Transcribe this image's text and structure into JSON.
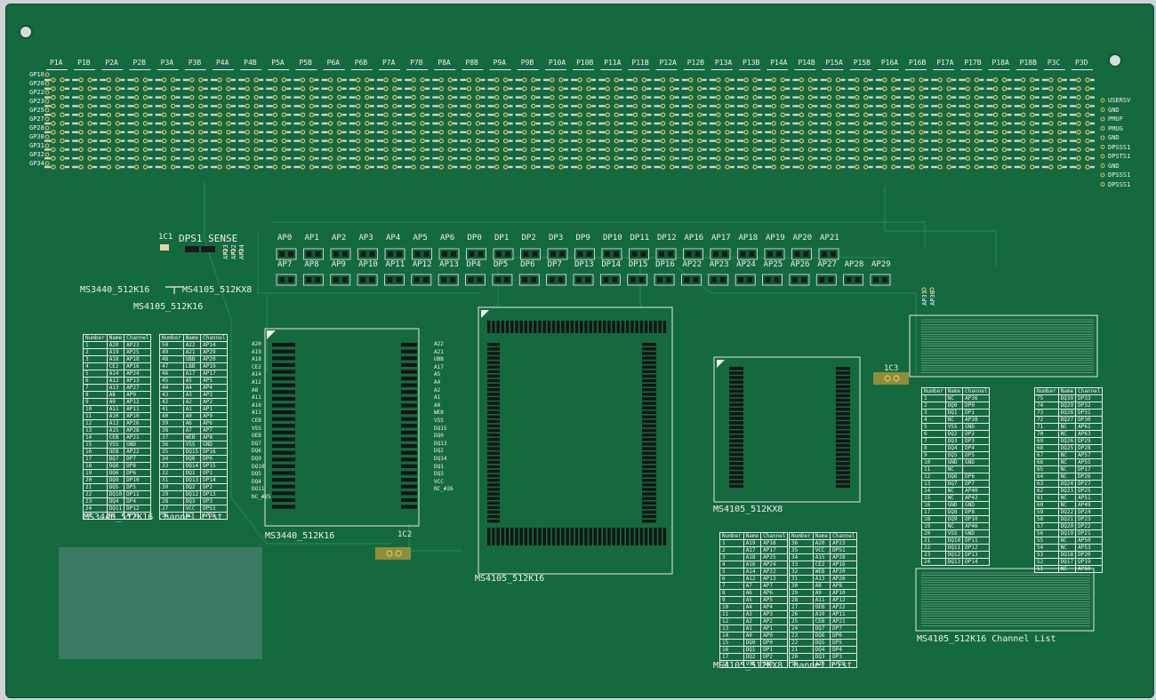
{
  "board": {
    "title": "DPS1 SENSE",
    "cap_labels": [
      "1C1",
      "1C2",
      "1C3"
    ],
    "chip_labels": {
      "ms3440": "MS3440_512K16",
      "ms4105_16": "MS4105_512K16",
      "ms4105_8": "MS4105_512KX8",
      "top_left_a": "MS3440_512K16",
      "top_left_b": "MS4105_512KX8",
      "top_left_c": "MS4105_512K16"
    },
    "table_titles": {
      "ms3440": "MS3440_512K16  Channel List",
      "ms4105_8": "MS4105_512KX8  Channel List",
      "ms4105_16": "MS4105_512K16 Channel List"
    },
    "table_headers": [
      "Number",
      "Name",
      "Channel"
    ],
    "headers_top": [
      "P1A",
      "P1B",
      "P2A",
      "P2B",
      "P3A",
      "P3B",
      "P4A",
      "P4B",
      "P5A",
      "P5B",
      "P6A",
      "P6B",
      "P7A",
      "P7B",
      "P8A",
      "P8B",
      "P9A",
      "P9B",
      "P10A",
      "P10B",
      "P11A",
      "P11B",
      "P12A",
      "P12B",
      "P13A",
      "P13B",
      "P14A",
      "P14B",
      "P15A",
      "P15B",
      "P16A",
      "P16B",
      "P17A",
      "P17B",
      "P18A",
      "P18B",
      "P3C",
      "P3D"
    ],
    "left_gp": [
      "GP10",
      "GP20",
      "GP22",
      "GP23",
      "GP25",
      "GP27",
      "GP28",
      "GP30",
      "GP31",
      "GP32",
      "GP34"
    ],
    "right_gp": [
      "USERSV",
      "GND",
      "PMUF",
      "PMUG",
      "GND",
      "DPSSS1",
      "DPSTS1",
      "GND",
      "DPSSS1",
      "DPSSS1"
    ],
    "ap_row1": [
      "AP0",
      "AP1",
      "AP2",
      "AP3",
      "AP4",
      "AP5",
      "AP6",
      "DP0",
      "DP1",
      "DP2",
      "DP3",
      "DP9",
      "DP10",
      "DP11",
      "DP12",
      "AP16",
      "AP17",
      "AP18",
      "AP19",
      "AP20",
      "AP21"
    ],
    "ap_row2": [
      "AP7",
      "AP8",
      "AP9",
      "AP10",
      "AP11",
      "AP12",
      "AP13",
      "DP4",
      "DP5",
      "DP6",
      "DP7",
      "DP13",
      "DP14",
      "DP15",
      "DP16",
      "AP22",
      "AP23",
      "AP24",
      "AP25",
      "AP26",
      "AP27",
      "AP28",
      "AP29"
    ],
    "side_aps": [
      "AP33",
      "AP32",
      "AP34"
    ],
    "side_aps_right": [
      "AP31",
      "AP30"
    ],
    "ms3440_left_pins": [
      "A20",
      "A19",
      "A18",
      "CE2",
      "A14",
      "A12",
      "A8",
      "A11",
      "A10",
      "A13",
      "CEB",
      "VSS",
      "OEB",
      "DQ7",
      "DQ6",
      "DQ9",
      "DQ10",
      "DQ5",
      "DQ4",
      "DQ11",
      "NC_#25"
    ],
    "ms3440_right_pins": [
      "A22",
      "A21",
      "UBB",
      "A17",
      "A5",
      "A4",
      "A2",
      "A1",
      "A0",
      "WEB",
      "VSS",
      "DQ15",
      "DQ0",
      "DQ13",
      "DQ2",
      "DQ14",
      "DQ1",
      "DQ3",
      "VCC",
      "NC_#26"
    ],
    "ms3440_table": {
      "left": [
        [
          "1",
          "A20",
          "AP23"
        ],
        [
          "2",
          "A19",
          "AP25"
        ],
        [
          "3",
          "A18",
          "AP18"
        ],
        [
          "4",
          "CE2",
          "AP16"
        ],
        [
          "5",
          "A14",
          "AP24"
        ],
        [
          "6",
          "A12",
          "AP13"
        ],
        [
          "7",
          "A13",
          "AP27"
        ],
        [
          "8",
          "A8",
          "AP9"
        ],
        [
          "9",
          "A9",
          "AP12"
        ],
        [
          "10",
          "A11",
          "AP11"
        ],
        [
          "11",
          "A10",
          "AP10"
        ],
        [
          "12",
          "A13",
          "AP26"
        ],
        [
          "13",
          "A15",
          "AP28"
        ],
        [
          "14",
          "CEB",
          "AP21"
        ],
        [
          "15",
          "VSS",
          "GND"
        ],
        [
          "16",
          "OEB",
          "AP22"
        ],
        [
          "17",
          "DQ7",
          "DP7"
        ],
        [
          "18",
          "DQ8",
          "DP8"
        ],
        [
          "19",
          "DQ6",
          "DP6"
        ],
        [
          "20",
          "DQ9",
          "DP10"
        ],
        [
          "21",
          "DQ5",
          "DP5"
        ],
        [
          "22",
          "DQ10",
          "DP11"
        ],
        [
          "23",
          "DQ4",
          "DP4"
        ],
        [
          "24",
          "DQ11",
          "DP12"
        ],
        [
          "25",
          "NC",
          "AP15"
        ]
      ],
      "right": [
        [
          "50",
          "A22",
          "AP14"
        ],
        [
          "49",
          "A21",
          "AP29"
        ],
        [
          "48",
          "UBB",
          "AP20"
        ],
        [
          "47",
          "LBB",
          "AP19"
        ],
        [
          "46",
          "A17",
          "AP17"
        ],
        [
          "45",
          "A5",
          "AP5"
        ],
        [
          "44",
          "A4",
          "AP4"
        ],
        [
          "43",
          "A3",
          "AP3"
        ],
        [
          "42",
          "A2",
          "AP2"
        ],
        [
          "41",
          "A1",
          "AP1"
        ],
        [
          "40",
          "A0",
          "AP0"
        ],
        [
          "39",
          "A6",
          "AP6"
        ],
        [
          "38",
          "A7",
          "AP7"
        ],
        [
          "37",
          "WEB",
          "AP8"
        ],
        [
          "36",
          "VSS",
          "GND"
        ],
        [
          "35",
          "DQ15",
          "DP16"
        ],
        [
          "34",
          "DQ0",
          "DP0"
        ],
        [
          "33",
          "DQ14",
          "DP15"
        ],
        [
          "32",
          "DQ1",
          "DP1"
        ],
        [
          "31",
          "DQ13",
          "DP14"
        ],
        [
          "30",
          "DQ2",
          "DP2"
        ],
        [
          "29",
          "DQ12",
          "DP13"
        ],
        [
          "28",
          "DQ3",
          "DP3"
        ],
        [
          "27",
          "VCC",
          "DPS1"
        ],
        [
          "26",
          "NC",
          "AP35"
        ]
      ]
    },
    "ms4105_8_table": {
      "left": [
        [
          "1",
          "A19",
          "AP18"
        ],
        [
          "2",
          "A17",
          "AP17"
        ],
        [
          "3",
          "A18",
          "AP25"
        ],
        [
          "4",
          "A16",
          "AP24"
        ],
        [
          "5",
          "A14",
          "AP22"
        ],
        [
          "6",
          "A12",
          "AP13"
        ],
        [
          "7",
          "A7",
          "AP7"
        ],
        [
          "8",
          "A6",
          "AP6"
        ],
        [
          "9",
          "A5",
          "AP5"
        ],
        [
          "10",
          "A4",
          "AP4"
        ],
        [
          "11",
          "A3",
          "AP3"
        ],
        [
          "12",
          "A2",
          "AP2"
        ],
        [
          "13",
          "A1",
          "AP1"
        ],
        [
          "14",
          "A0",
          "AP0"
        ],
        [
          "15",
          "DQ0",
          "DP0"
        ],
        [
          "16",
          "DQ1",
          "DP1"
        ],
        [
          "17",
          "DQ2",
          "DP2"
        ],
        [
          "18",
          "VSS",
          "GND"
        ]
      ],
      "right": [
        [
          "36",
          "A20",
          "AP23"
        ],
        [
          "35",
          "VCC",
          "DPS1"
        ],
        [
          "34",
          "A15",
          "AP28"
        ],
        [
          "33",
          "CE2",
          "AP16"
        ],
        [
          "32",
          "WEB",
          "AP20"
        ],
        [
          "31",
          "A13",
          "AP26"
        ],
        [
          "30",
          "A8",
          "AP8"
        ],
        [
          "29",
          "A9",
          "AP10"
        ],
        [
          "28",
          "A11",
          "AP12"
        ],
        [
          "27",
          "OEB",
          "AP22"
        ],
        [
          "26",
          "A10",
          "AP11"
        ],
        [
          "25",
          "CEB",
          "AP21"
        ],
        [
          "24",
          "DQ7",
          "DP7"
        ],
        [
          "23",
          "DQ6",
          "DP6"
        ],
        [
          "22",
          "DQ5",
          "DP5"
        ],
        [
          "21",
          "DQ4",
          "DP4"
        ],
        [
          "20",
          "DQ3",
          "DP3"
        ],
        [
          "19",
          "A10",
          "AP29"
        ]
      ]
    },
    "ms4105_16_table": {
      "left": [
        [
          "1",
          "NC",
          "AP36"
        ],
        [
          "2",
          "DQ0",
          "DP0"
        ],
        [
          "3",
          "DQ1",
          "DP1"
        ],
        [
          "4",
          "NC",
          "AP38"
        ],
        [
          "5",
          "VSS",
          "GND"
        ],
        [
          "6",
          "DQ2",
          "DP2"
        ],
        [
          "7",
          "DQ3",
          "DP3"
        ],
        [
          "8",
          "DQ4",
          "DP4"
        ],
        [
          "9",
          "DQ5",
          "DP5"
        ],
        [
          "10",
          "GND",
          "GND"
        ],
        [
          "11",
          "NC",
          ""
        ],
        [
          "12",
          "DQ6",
          "DP6"
        ],
        [
          "13",
          "DQ7",
          "DP7"
        ],
        [
          "14",
          "NC",
          "AP40"
        ],
        [
          "15",
          "NC",
          "AP42"
        ],
        [
          "16",
          "GND",
          "GND"
        ],
        [
          "17",
          "DQ8",
          "DP8"
        ],
        [
          "18",
          "DQ9",
          "DP10"
        ],
        [
          "19",
          "NC",
          "AP46"
        ],
        [
          "20",
          "VSS",
          "GND"
        ],
        [
          "21",
          "DQ10",
          "DP11"
        ],
        [
          "22",
          "DQ11",
          "DP12"
        ],
        [
          "23",
          "DQ12",
          "DP13"
        ],
        [
          "24",
          "DQ13",
          "DP14"
        ]
      ],
      "right": [
        [
          "75",
          "DQ30",
          "DP33"
        ],
        [
          "74",
          "DQ29",
          "DP32"
        ],
        [
          "73",
          "DQ28",
          "DP31"
        ],
        [
          "72",
          "DQ27",
          "DP30"
        ],
        [
          "71",
          "NC",
          "AP61"
        ],
        [
          "70",
          "NC",
          "AP63"
        ],
        [
          "69",
          "DQ26",
          "DP29"
        ],
        [
          "68",
          "DQ25",
          "DP28"
        ],
        [
          "67",
          "NC",
          "AP57"
        ],
        [
          "66",
          "NC",
          "AP55"
        ],
        [
          "65",
          "NC",
          "DP17"
        ],
        [
          "64",
          "NC",
          "DP26"
        ],
        [
          "63",
          "DQ24",
          "DP27"
        ],
        [
          "62",
          "DQ23",
          "DP25"
        ],
        [
          "61",
          "NC",
          "AP51"
        ],
        [
          "60",
          "NC",
          "AP49"
        ],
        [
          "59",
          "DQ22",
          "DP24"
        ],
        [
          "58",
          "DQ21",
          "DP23"
        ],
        [
          "57",
          "DQ20",
          "DP22"
        ],
        [
          "56",
          "DQ19",
          "DP21"
        ],
        [
          "55",
          "NC",
          "AP50"
        ],
        [
          "54",
          "NC",
          "AP53"
        ],
        [
          "53",
          "DQ18",
          "DP20"
        ],
        [
          "52",
          "DQ17",
          "DP19"
        ],
        [
          "51",
          "NC",
          "AP60"
        ]
      ]
    }
  }
}
